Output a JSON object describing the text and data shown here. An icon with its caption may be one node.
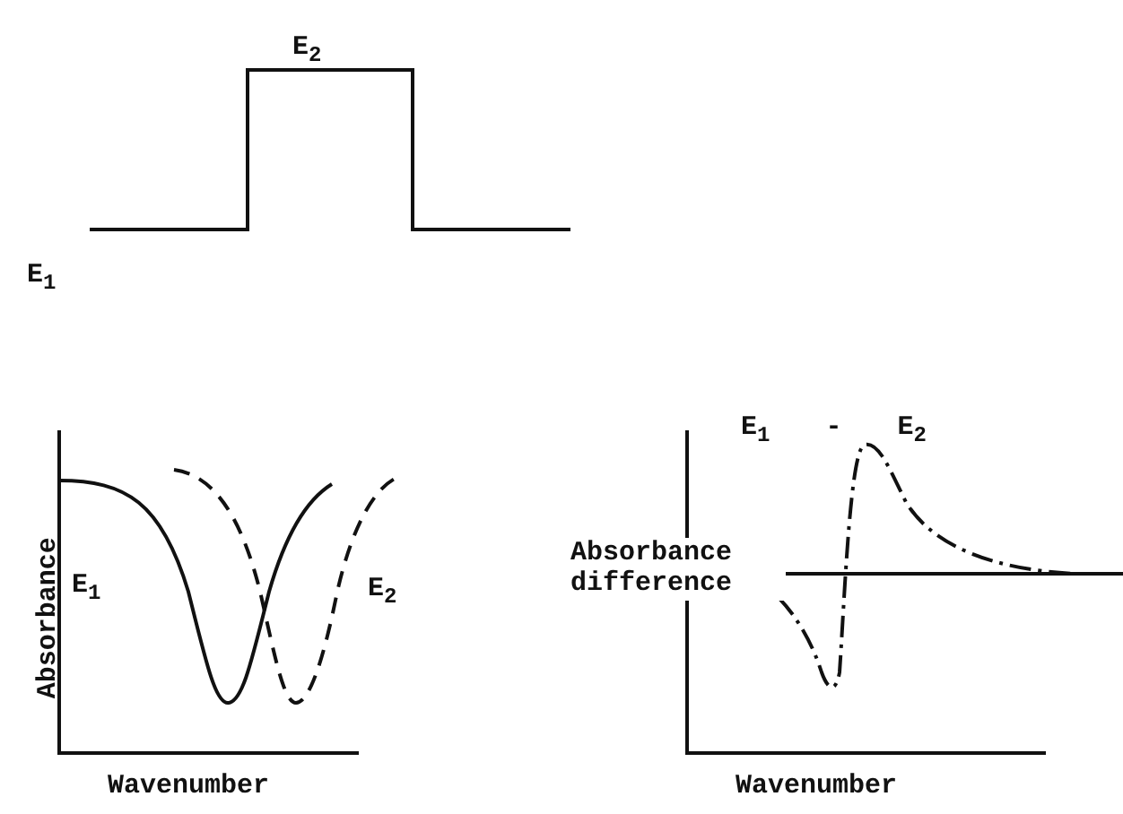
{
  "diagram": {
    "labels": [
      "E$_{2}$",
      "E$_{1}$",
      "Absorbance",
      "E$_{1}$",
      "E$_{2}$",
      "Wavenumber",
      "E$_{1}$ - E$_{2}$",
      "Absorbance difference",
      "Wavenumber"
    ]
  }
}
